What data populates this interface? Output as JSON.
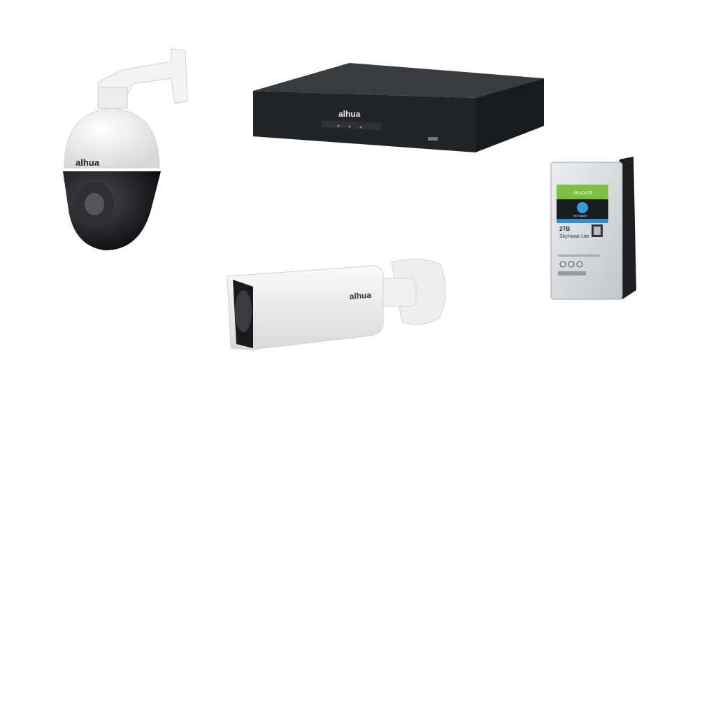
{
  "products": {
    "ptz_camera": {
      "brand": "alhua"
    },
    "nvr": {
      "brand": "alhua"
    },
    "bullet_camera": {
      "brand": "alhua"
    },
    "hard_drive": {
      "brand": "SEAGATE",
      "series": "SKYHAWK",
      "capacity": "2TB",
      "model": "SkyHawk Lite"
    }
  },
  "colors": {
    "background": "#ffffff",
    "camera_white": "#f2f2f2",
    "camera_black": "#1b1b1d",
    "nvr_body": "#2a2b2e",
    "seagate_green": "#7cc242",
    "hdd_silver": "#d6d8da"
  }
}
